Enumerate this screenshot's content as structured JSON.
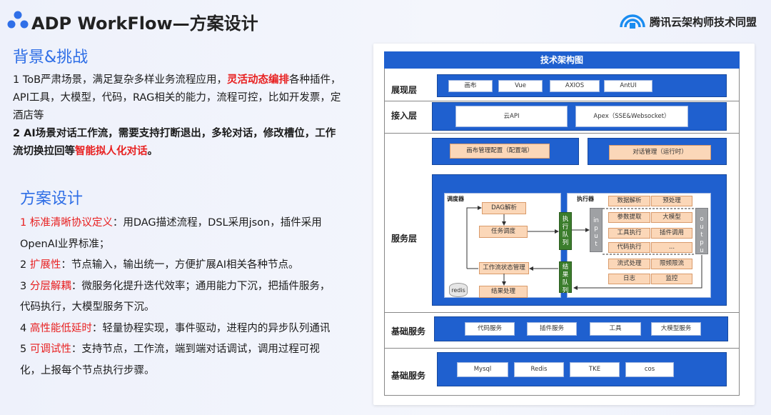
{
  "header": {
    "title": "ADP WorkFlow—方案设计",
    "brand": "腾讯云架构师技术同盟"
  },
  "background": {
    "heading": "背景&挑战",
    "p1_a": "1 ToB严肃场景，满足复杂多样业务流程应用，",
    "p1_red": "灵活动态编排",
    "p1_b": "各种插件，API工具，大模型，代码，RAG相关的能力，流程可控，比如开发票，定酒店等",
    "p2_a": "2 AI场景对话工作流，需要支持打断退出，多轮对话，修改槽位，工作流切换拉回等",
    "p2_red": "智能拟人化对话",
    "p2_b": "。"
  },
  "design": {
    "heading": "方案设计",
    "items": [
      {
        "red": "1 标准清晰协议定义",
        "text": "：用DAG描述流程，DSL采用json，插件采用OpenAI业界标准；"
      },
      {
        "num": "2 ",
        "red": "扩展性",
        "text": "：节点输入，输出统一，方便扩展AI相关各种节点。"
      },
      {
        "num": "3 ",
        "red": "分层解耦",
        "text": "：微服务化提升迭代效率；通用能力下沉，把插件服务，代码执行，大模型服务下沉。"
      },
      {
        "num": "4 ",
        "red": "高性能低延时",
        "text": "：轻量协程实现，事件驱动，进程内的异步队列通讯"
      },
      {
        "num": "5 ",
        "red": "可调试性",
        "text": "：支持节点，工作流，端到端对话调试，调用过程可视化，上报每个节点执行步骤。"
      }
    ]
  },
  "diagram": {
    "title": "技术架构图",
    "layers": {
      "presentation": "展现层",
      "access": "接入层",
      "service": "服务层",
      "base1": "基础服务",
      "base2": "基础服务"
    },
    "presentation_items": [
      "画布",
      "Vue",
      "AXIOS",
      "AntUI"
    ],
    "access_items": [
      "云API",
      "Apex（SSE&Websocket）"
    ],
    "mgmt_items": [
      "画布管理配置（配置端）",
      "对话管理（运行时）"
    ],
    "scheduler": {
      "label": "调度器",
      "dag": "DAG解析",
      "task": "任务调度",
      "state": "工作流状态管理",
      "result": "结果处理",
      "redis": "redis"
    },
    "exec_queue": "执行队列",
    "result_queue": "结果队列",
    "input": "input",
    "output": "output",
    "executor": {
      "label": "执行器",
      "grid": [
        [
          "数据解析",
          "预处理"
        ],
        [
          "参数提取",
          "大模型"
        ],
        [
          "工具执行",
          "插件调用"
        ],
        [
          "代码执行",
          "..."
        ]
      ],
      "grid2": [
        [
          "流式处理",
          "限频限流"
        ],
        [
          "日志",
          "监控"
        ]
      ]
    },
    "base1_items": [
      "代码服务",
      "插件服务",
      "工具",
      "大模型服务"
    ],
    "base2_items": [
      "Mysql",
      "Redis",
      "TKE",
      "cos"
    ]
  }
}
